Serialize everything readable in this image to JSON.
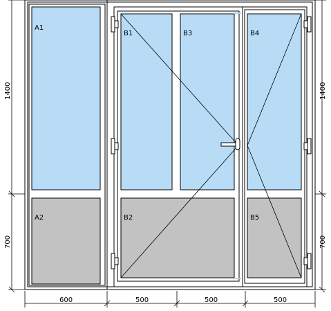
{
  "colors": {
    "frame": "#000000",
    "glass": "#b9dcf6",
    "panel": "#c2c2c2",
    "background": "#ffffff",
    "accent_gap": "#a8d0ef"
  },
  "panes": {
    "a1": "A1",
    "a2": "A2",
    "b1": "B1",
    "b2": "B2",
    "b3": "B3",
    "b4": "B4",
    "b5": "B5"
  },
  "dimensions": {
    "height_top_left": "1400",
    "height_bottom_left": "700",
    "height_top_right": "1400",
    "height_bottom_right": "700",
    "width_1": "600",
    "width_2": "500",
    "width_3": "500",
    "width_4": "500"
  }
}
